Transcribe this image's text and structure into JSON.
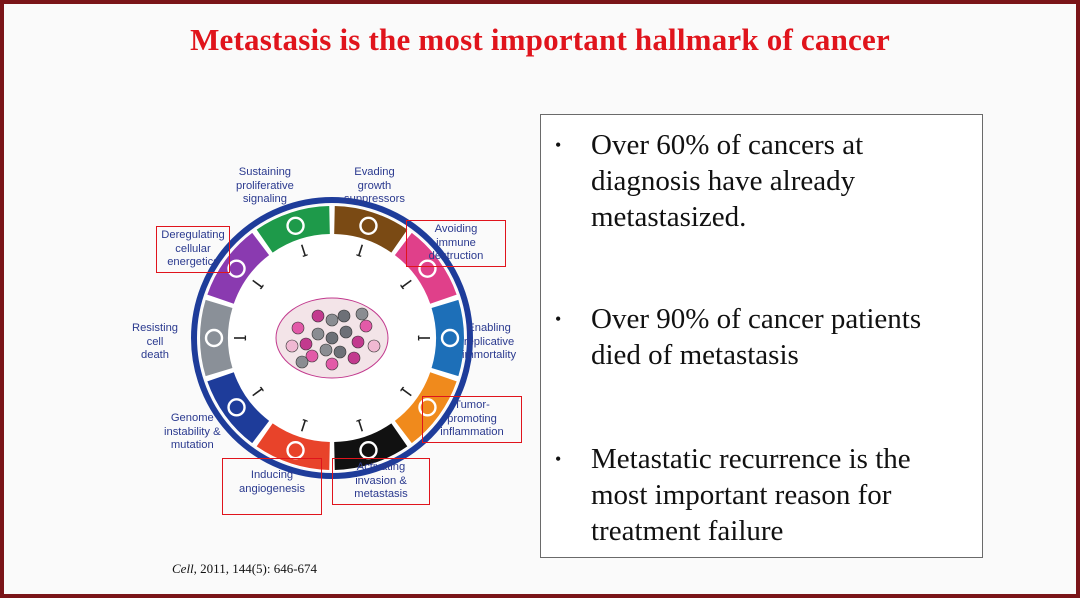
{
  "slide": {
    "title": "Metastasis is the most important hallmark of cancer",
    "citation_journal": "Cell",
    "citation_rest": ", 2011, 144(5): 646-674"
  },
  "hallmarks": [
    {
      "key": "sustaining",
      "label": "Sustaining\nproliferative\nsignaling",
      "boxed": false,
      "color": "#1e9a4a",
      "icon": "arrow-icon"
    },
    {
      "key": "evading",
      "label": "Evading\ngrowth\nsuppressors",
      "boxed": false,
      "color": "#7a4a14",
      "icon": "prohibited-icon"
    },
    {
      "key": "avoiding",
      "label": "Avoiding\nimmune\ndestruction",
      "boxed": true,
      "color": "#e0408a",
      "icon": "pacman-icon"
    },
    {
      "key": "enabling",
      "label": "Enabling\nreplicative\nimmortality",
      "boxed": false,
      "color": "#1d6fb8",
      "icon": "infinity-icon"
    },
    {
      "key": "tumor",
      "label": "Tumor-\npromoting\ninflammation",
      "boxed": true,
      "color": "#f08a1c",
      "icon": "flame-icon"
    },
    {
      "key": "activating",
      "label": "Activating\ninvasion &\nmetastasis",
      "boxed": true,
      "color": "#111111",
      "icon": "ghost-icon"
    },
    {
      "key": "inducing",
      "label": "Inducing\nangiogenesis",
      "boxed": true,
      "color": "#e8432a",
      "icon": "vessel-icon"
    },
    {
      "key": "genome",
      "label": "Genome\ninstability &\nmutation",
      "boxed": false,
      "color": "#1e3c9a",
      "icon": "dna-icon"
    },
    {
      "key": "resisting",
      "label": "Resisting\ncell\ndeath",
      "boxed": false,
      "color": "#8a9098",
      "icon": "cross-icon"
    },
    {
      "key": "deregulating",
      "label": "Deregulating\ncellular\nenergetics",
      "boxed": true,
      "color": "#8a3ab0",
      "icon": "atom-icon"
    }
  ],
  "ring_color": "#1e3c9a",
  "bullets": [
    "Over 60% of cancers at diagnosis have already metastasized.",
    "Over 90% of cancer patients died of metastasis",
    "Metastatic recurrence is the most important reason for treatment failure"
  ]
}
